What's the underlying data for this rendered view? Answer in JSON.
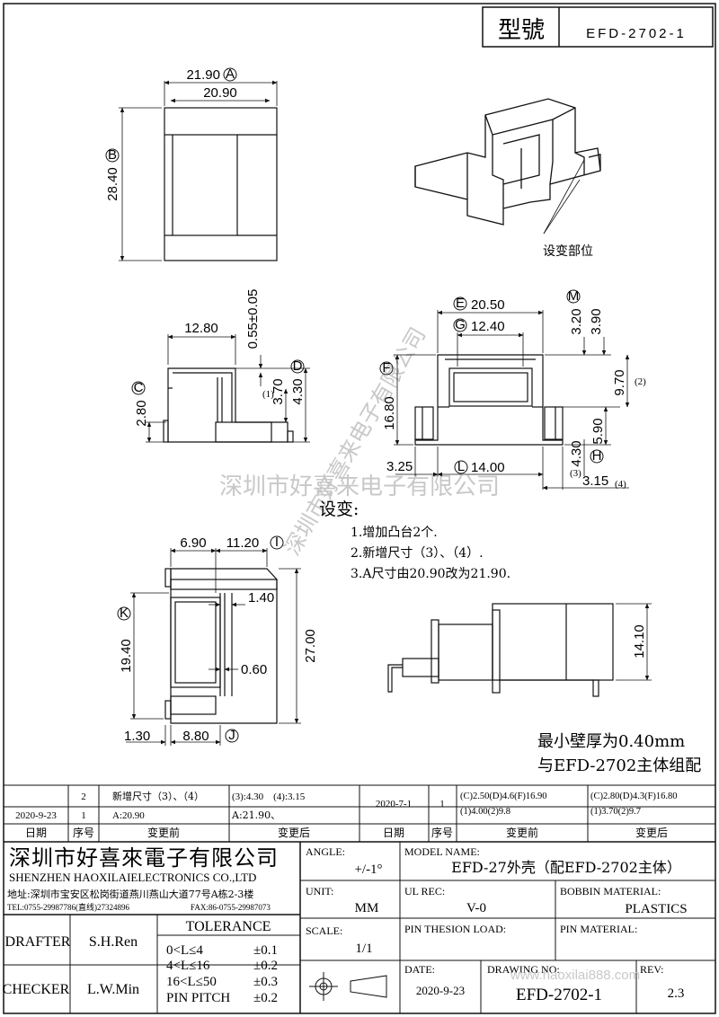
{
  "model_box": {
    "label": "型號",
    "value": "EFD-2702-1"
  },
  "dims": {
    "a_top": "21.90",
    "a_mark": "A",
    "inner_w": "20.90",
    "b_h": "28.40",
    "b_mark": "B",
    "side_w": "12.80",
    "c_h": "2.80",
    "c_mark": "C",
    "wall": "0.55±0.05",
    "d_h": "4.30",
    "d_mark": "D",
    "h370": "3.70",
    "n1": "(1)",
    "e_w": "20.50",
    "e_mark": "E",
    "g_w": "12.40",
    "g_mark": "G",
    "m_h": "3.20",
    "m_mark": "M",
    "h390": "3.90",
    "f_h": "16.80",
    "f_mark": "F",
    "h970": "9.70",
    "n2": "(2)",
    "h_h": "5.90",
    "h_mark": "H",
    "h430b": "4.30",
    "n3": "(3)",
    "w325": "3.25",
    "l_w": "14.00",
    "l_mark": "L",
    "w315": "3.15",
    "n4": "(4)",
    "w690": "6.90",
    "i_w": "11.20",
    "i_mark": "I",
    "w140": "1.40",
    "k_h": "19.40",
    "k_mark": "K",
    "h2700": "27.00",
    "w060": "0.60",
    "w130": "1.30",
    "j_w": "8.80",
    "j_mark": "J",
    "h1410": "14.10"
  },
  "iso_label": "设变部位",
  "watermark": "深圳市好喜来电子有限公司",
  "changes": {
    "title": "设变:",
    "items": [
      "1.增加凸台2个.",
      "2.新增尺寸（3）、（4）.",
      "3.A尺寸由20.90改为21.90."
    ]
  },
  "notes": {
    "wall": "最小壁厚为0.40mm",
    "pair": "与EFD-2702主体组配"
  },
  "revisions": {
    "row1": {
      "num": "2",
      "before": "新增尺寸（3）、（4）",
      "after": "(3):4.30　(4):3.15",
      "date": "2020-7-1",
      "seq": "1",
      "before2": "(C)2.50(D)4.6(F)16.90\n(1)4.00(2)9.8",
      "after2": "(C)2.80(D)4.3(F)16.80\n(1)3.70(2)9.7"
    },
    "row2": {
      "date": "2020-9-23",
      "seq": "1",
      "before": "A:20.90",
      "after": "A:21.90、"
    },
    "header": {
      "date": "日期",
      "seq": "序号",
      "before": "变更前",
      "after": "变更后"
    }
  },
  "company": {
    "name_cn": "深圳市好喜來電子有限公司",
    "name_en": "SHENZHEN HAOXILAIELECTRONICS CO.,LTD",
    "addr": "地址:深圳市宝安区松岗街道燕川燕山大道77号A栋2-3楼",
    "tel": "TEL:0755-29987786(直线)27324896",
    "fax": "FAX:86-0755-29987073"
  },
  "title_block": {
    "angle_label": "ANGLE:",
    "angle": "+/-1°",
    "model_label": "MODEL NAME:",
    "model": "EFD-27外壳（配EFD-2702主体）",
    "unit_label": "UNIT:",
    "unit": "MM",
    "ul_label": "UL REC:",
    "ul": "V-0",
    "bobbin_label": "BOBBIN MATERIAL:",
    "bobbin": "PLASTICS",
    "scale_label": "SCALE:",
    "scale": "1/1",
    "pin_load_label": "PIN THESION LOAD:",
    "pin_mat_label": "PIN MATERIAL:",
    "date_label": "DATE:",
    "date": "2020-9-23",
    "drawing_label": "DRAWING NO:",
    "drawing": "EFD-2702-1",
    "rev_label": "REV:",
    "rev": "2.3",
    "drafter_label": "DRAFTER",
    "drafter": "S.H.Ren",
    "checker_label": "CHECKER",
    "checker": "L.W.Min",
    "tol_label": "TOLERANCE",
    "tol": [
      "0<L≤4",
      "±0.1",
      "4<L≤16",
      "±0.2",
      "16<L≤50",
      "±0.3",
      "PIN PITCH",
      "±0.2"
    ],
    "site_wm": "www.haoxilai888.com"
  }
}
